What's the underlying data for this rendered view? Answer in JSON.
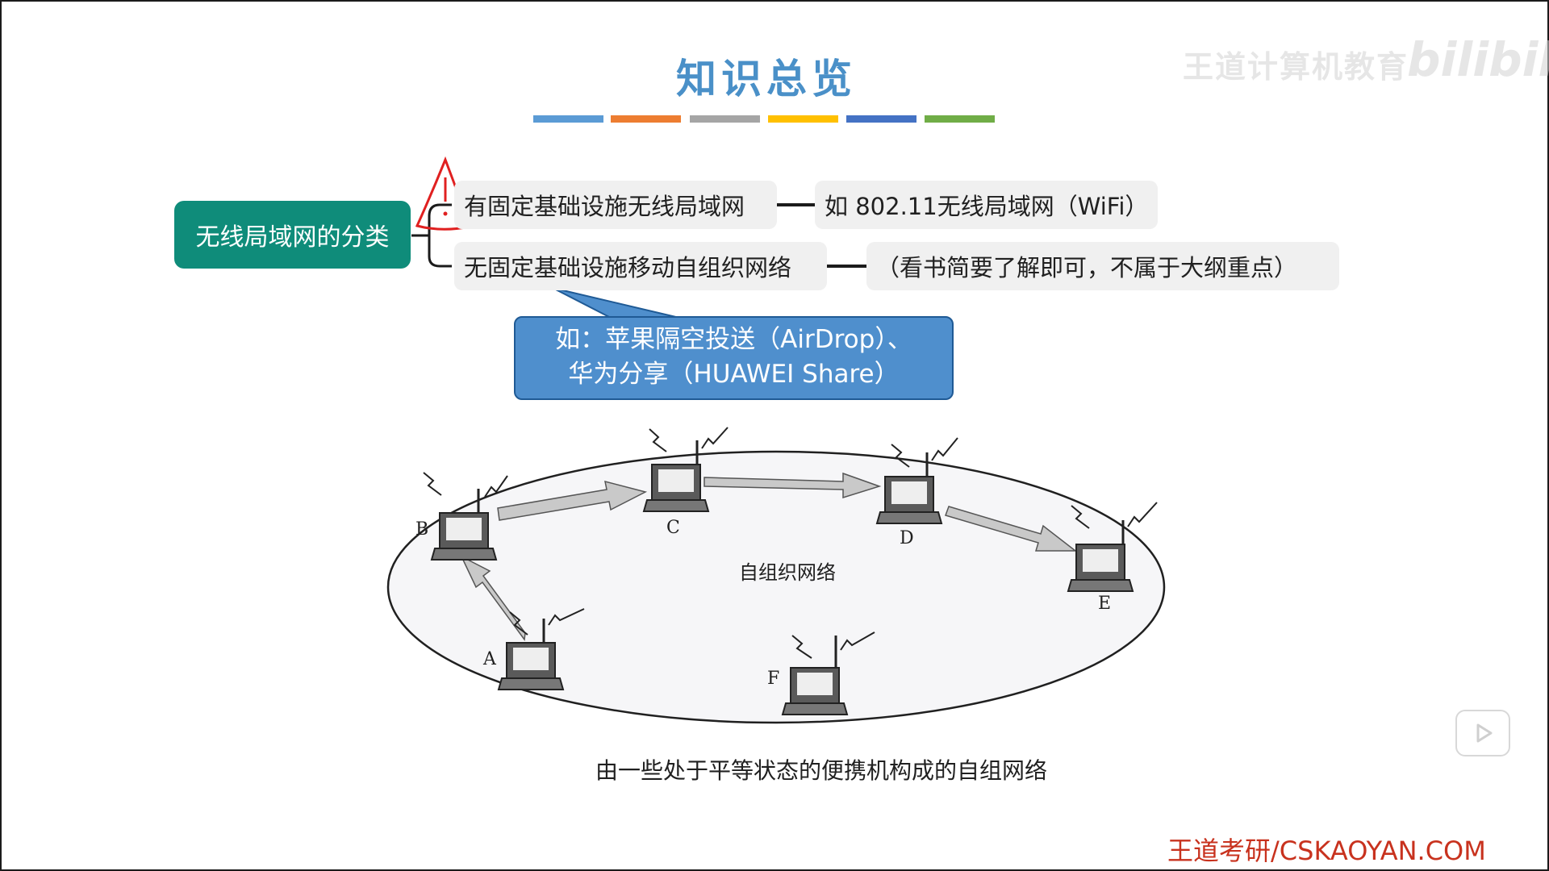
{
  "slide": {
    "title": "知识总览",
    "watermark": "王道计算机教育",
    "platform_logo": "bilibili",
    "color_bars": [
      "#5b9bd5",
      "#ed7d31",
      "#a5a5a5",
      "#ffc000",
      "#4472c4",
      "#70ad47"
    ],
    "footer": "王道考研/CSKAOYAN.COM"
  },
  "mindmap": {
    "root": "无线局域网的分类",
    "branches": [
      {
        "label": "有固定基础设施无线局域网",
        "note": "如 802.11无线局域网（WiFi）"
      },
      {
        "label": "无固定基础设施移动自组织网络",
        "note": "（看书简要了解即可，不属于大纲重点）"
      }
    ],
    "callout_line1": "如：苹果隔空投送（AirDrop）、",
    "callout_line2": "华为分享（HUAWEI Share）"
  },
  "diagram": {
    "center_label": "自组织网络",
    "nodes": [
      "A",
      "B",
      "C",
      "D",
      "E",
      "F"
    ],
    "caption": "由一些处于平等状态的便携机构成的自组网络"
  },
  "annotation": {
    "mark": "!",
    "color": "#e02020"
  },
  "icons": [
    "warning-triangle-icon",
    "laptop-icon",
    "antenna-icon",
    "play-icon"
  ]
}
